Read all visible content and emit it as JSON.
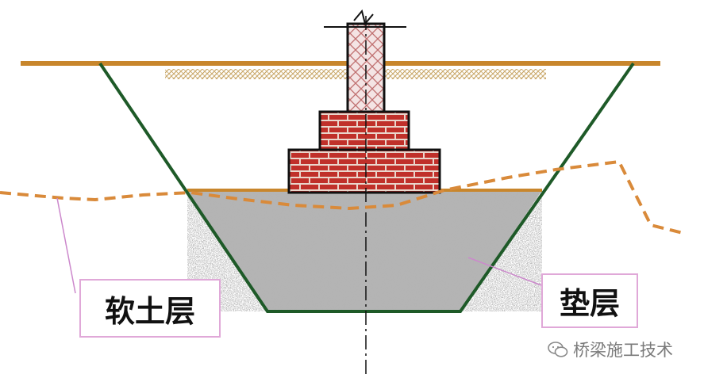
{
  "labels": {
    "soft_soil": "软土层",
    "cushion": "垫层"
  },
  "watermark": {
    "text": "桥梁施工技术",
    "icon": "wechat-icon"
  },
  "colors": {
    "ground_line": "#c8862c",
    "trench_wall": "#1e5a28",
    "brick_fill": "#c0302a",
    "brick_mortar": "#ead6cc",
    "column_fill": "#f2dede",
    "cushion_fill": "#a8a8a8",
    "dashed_line": "#d98a3a",
    "leader_line": "#cc88cc"
  }
}
